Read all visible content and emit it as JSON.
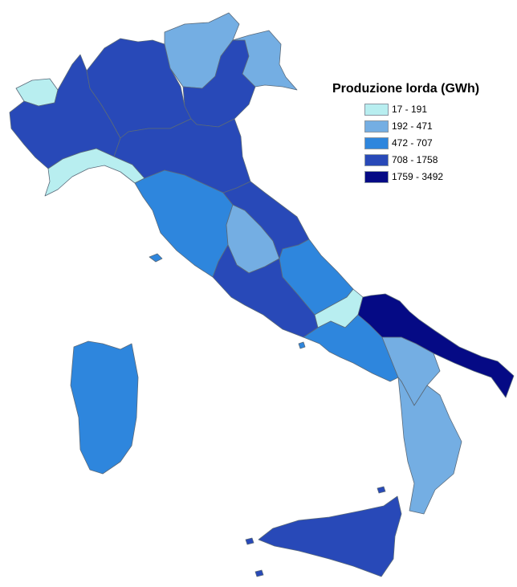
{
  "legend": {
    "title": "Produzione lorda (GWh)",
    "classes": [
      {
        "label": "17 - 191",
        "color": "#b8eef0"
      },
      {
        "label": "192 - 471",
        "color": "#74aee3"
      },
      {
        "label": "472 - 707",
        "color": "#2e86dd"
      },
      {
        "label": "708 - 1758",
        "color": "#2849b8"
      },
      {
        "label": "1759 - 3492",
        "color": "#050a85"
      }
    ]
  },
  "regions": [
    {
      "name": "Valle d'Aosta",
      "class": 0
    },
    {
      "name": "Piemonte",
      "class": 3
    },
    {
      "name": "Lombardia",
      "class": 3
    },
    {
      "name": "Trentino-Alto Adige",
      "class": 1
    },
    {
      "name": "Veneto",
      "class": 3
    },
    {
      "name": "Friuli-Venezia Giulia",
      "class": 1
    },
    {
      "name": "Liguria",
      "class": 0
    },
    {
      "name": "Emilia-Romagna",
      "class": 3
    },
    {
      "name": "Toscana",
      "class": 2
    },
    {
      "name": "Umbria",
      "class": 1
    },
    {
      "name": "Marche",
      "class": 3
    },
    {
      "name": "Lazio",
      "class": 3
    },
    {
      "name": "Abruzzo",
      "class": 2
    },
    {
      "name": "Molise",
      "class": 0
    },
    {
      "name": "Campania",
      "class": 2
    },
    {
      "name": "Puglia",
      "class": 4
    },
    {
      "name": "Basilicata",
      "class": 1
    },
    {
      "name": "Calabria",
      "class": 1
    },
    {
      "name": "Sicilia",
      "class": 3
    },
    {
      "name": "Sardegna",
      "class": 2
    }
  ]
}
